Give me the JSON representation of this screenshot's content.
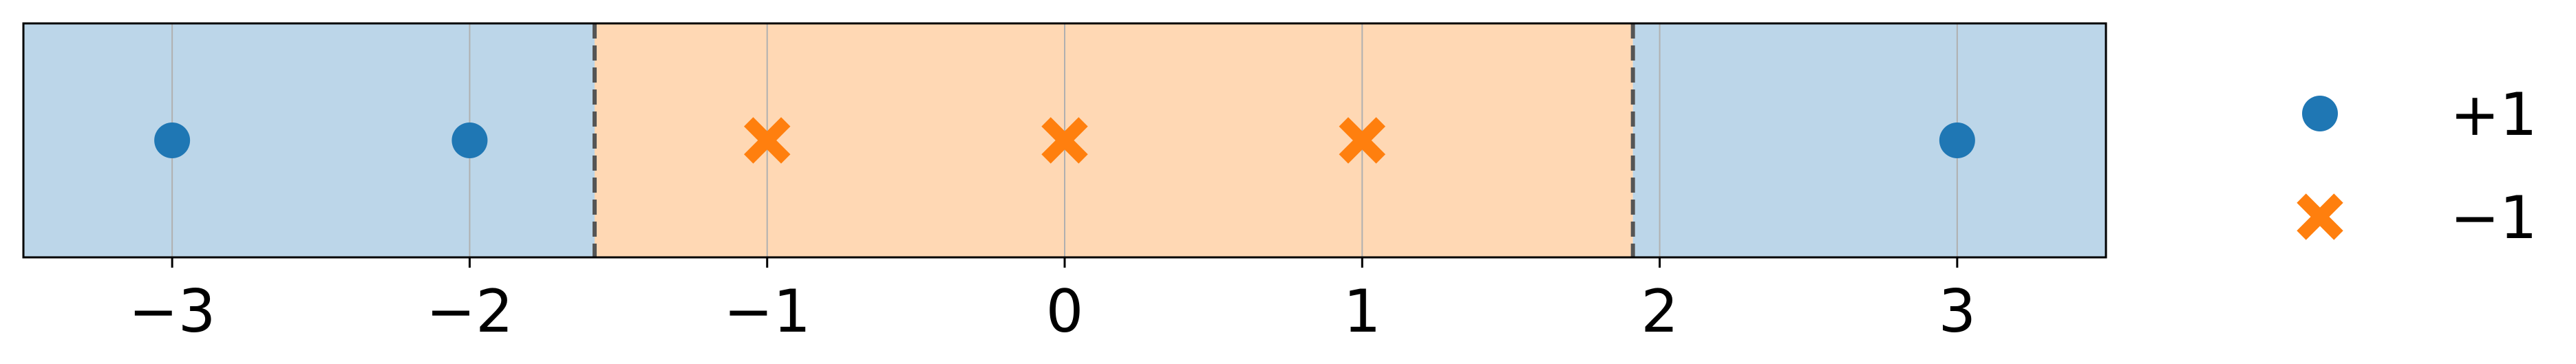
{
  "chart_data": {
    "type": "scatter",
    "title": "",
    "xlabel": "",
    "ylabel": "",
    "xlim": [
      -3.5,
      3.5
    ],
    "xticks": [
      -3,
      -2,
      -1,
      0,
      1,
      2,
      3
    ],
    "xtick_labels": [
      "−3",
      "−2",
      "−1",
      "0",
      "1",
      "2",
      "3"
    ],
    "grid": "vertical",
    "regions": [
      {
        "from": -3.5,
        "to": -1.58,
        "class": "+1",
        "color": "#bcd6e9"
      },
      {
        "from": -1.58,
        "to": 1.91,
        "class": "−1",
        "color": "#ffd8b4"
      },
      {
        "from": 1.91,
        "to": 3.5,
        "class": "+1",
        "color": "#bcd6e9"
      }
    ],
    "thresholds": [
      -1.58,
      1.91
    ],
    "series": [
      {
        "name": "+1",
        "marker": "circle",
        "color": "#1f77b4",
        "x": [
          -3,
          -2,
          3
        ]
      },
      {
        "name": "−1",
        "marker": "x",
        "color": "#ff7f0e",
        "x": [
          -1,
          0,
          1
        ]
      }
    ],
    "legend": "right"
  }
}
